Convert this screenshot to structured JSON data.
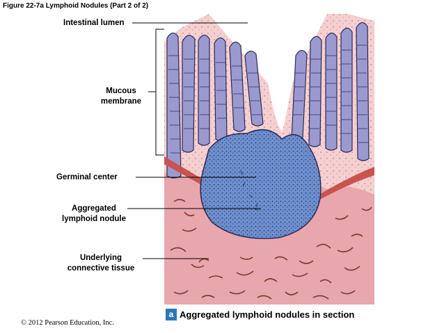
{
  "figure": {
    "title": "Figure 22-7a  Lymphoid Nodules (Part 2 of 2)"
  },
  "labels": {
    "intestinal_lumen": "Intestinal lumen",
    "mucous_membrane_1": "Mucous",
    "mucous_membrane_2": "membrane",
    "germinal_center": "Germinal center",
    "aggregated_nodule_1": "Aggregated",
    "aggregated_nodule_2": "lymphoid nodule",
    "connective_1": "Underlying",
    "connective_2": "connective tissue"
  },
  "caption": {
    "badge": "a",
    "text": "Aggregated lymphoid nodules in section"
  },
  "copyright": "© 2012 Pearson Education, Inc.",
  "colors": {
    "lumen_bg": "#ffffff",
    "epithelium": "#9a9ad0",
    "epithelium_stroke": "#2a2a55",
    "lamina": "#f6cfd0",
    "submucosa": "#e8a6ad",
    "nodule": "#6e8fcf",
    "muscle": "#c9544f",
    "caption_badge": "#2a78b6"
  }
}
